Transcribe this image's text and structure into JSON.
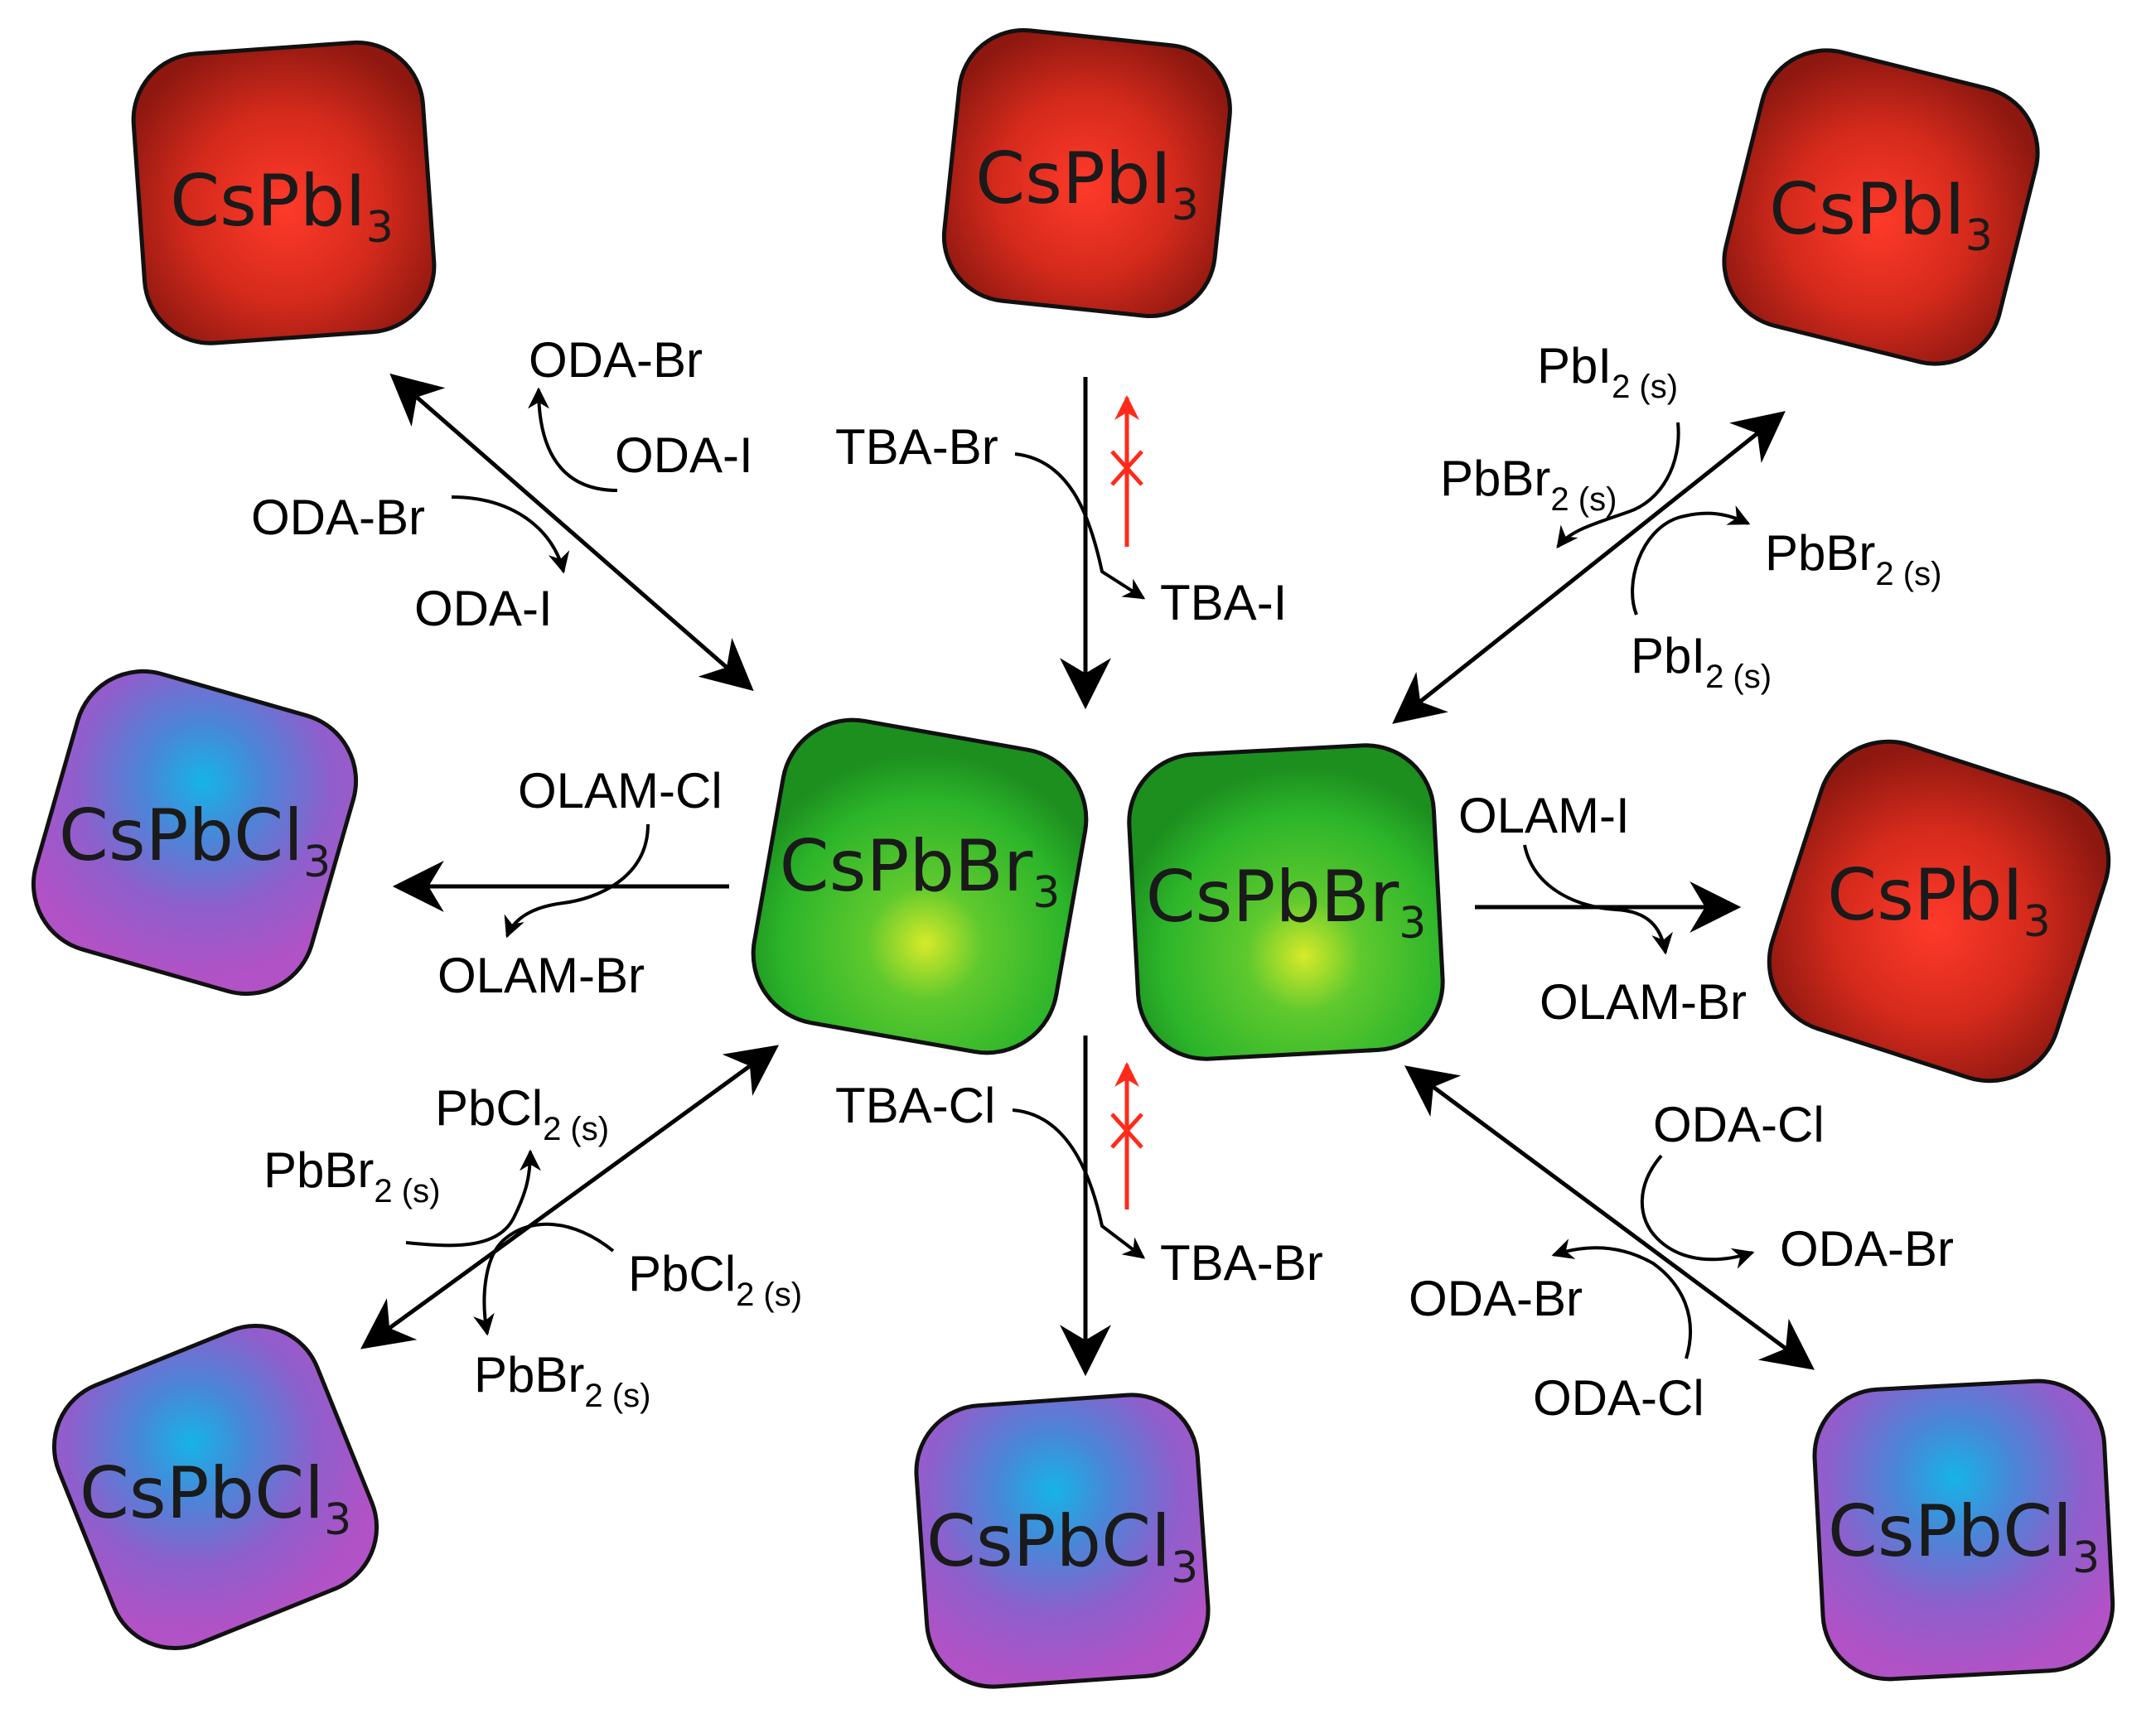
{
  "nanocrystals": {
    "center_left": {
      "base": "CsPbBr",
      "sub": "3"
    },
    "center_right": {
      "base": "CsPbBr",
      "sub": "3"
    },
    "top_left": {
      "base": "CsPbI",
      "sub": "3"
    },
    "top_center": {
      "base": "CsPbI",
      "sub": "3"
    },
    "top_right": {
      "base": "CsPbI",
      "sub": "3"
    },
    "mid_left": {
      "base": "CsPbCl",
      "sub": "3"
    },
    "mid_right": {
      "base": "CsPbI",
      "sub": "3"
    },
    "bottom_left": {
      "base": "CsPbCl",
      "sub": "3"
    },
    "bottom_center": {
      "base": "CsPbCl",
      "sub": "3"
    },
    "bottom_right": {
      "base": "CsPbCl",
      "sub": "3"
    }
  },
  "reactions": {
    "top_left": {
      "in_fwd": "ODA-Br",
      "out_fwd": "ODA-I",
      "in_rev": "ODA-I",
      "out_rev": "ODA-Br"
    },
    "top_center": {
      "in": "TBA-Br",
      "out": "TBA-I"
    },
    "top_right": {
      "in_fwd_base": "PbI",
      "in_fwd_sub": "2 (s)",
      "out_fwd_base": "PbBr",
      "out_fwd_sub": "2 (s)",
      "in_rev_base": "PbI",
      "in_rev_sub": "2 (s)",
      "out_rev_base": "PbBr",
      "out_rev_sub": "2 (s)"
    },
    "mid_left": {
      "in": "OLAM-Cl",
      "out": "OLAM-Br"
    },
    "mid_right": {
      "in": "OLAM-I",
      "out": "OLAM-Br"
    },
    "bottom_left": {
      "in_fwd_base": "PbBr",
      "in_fwd_sub": "2 (s)",
      "out_fwd_base": "PbCl",
      "out_fwd_sub": "2 (s)",
      "in_rev_base": "PbCl",
      "in_rev_sub": "2 (s)",
      "out_rev_base": "PbBr",
      "out_rev_sub": "2 (s)"
    },
    "bottom_center": {
      "in": "TBA-Cl",
      "out": "TBA-Br"
    },
    "bottom_right": {
      "in_fwd": "ODA-Cl",
      "out_fwd": "ODA-Br",
      "in_rev": "ODA-Cl",
      "out_rev": "ODA-Br"
    }
  },
  "colors": {
    "iodide_red": "#d42a1c",
    "bromide_green": "#2cb52a",
    "chloride_purple": "#a84fc6",
    "blocked_red": "#ff2a1a"
  }
}
